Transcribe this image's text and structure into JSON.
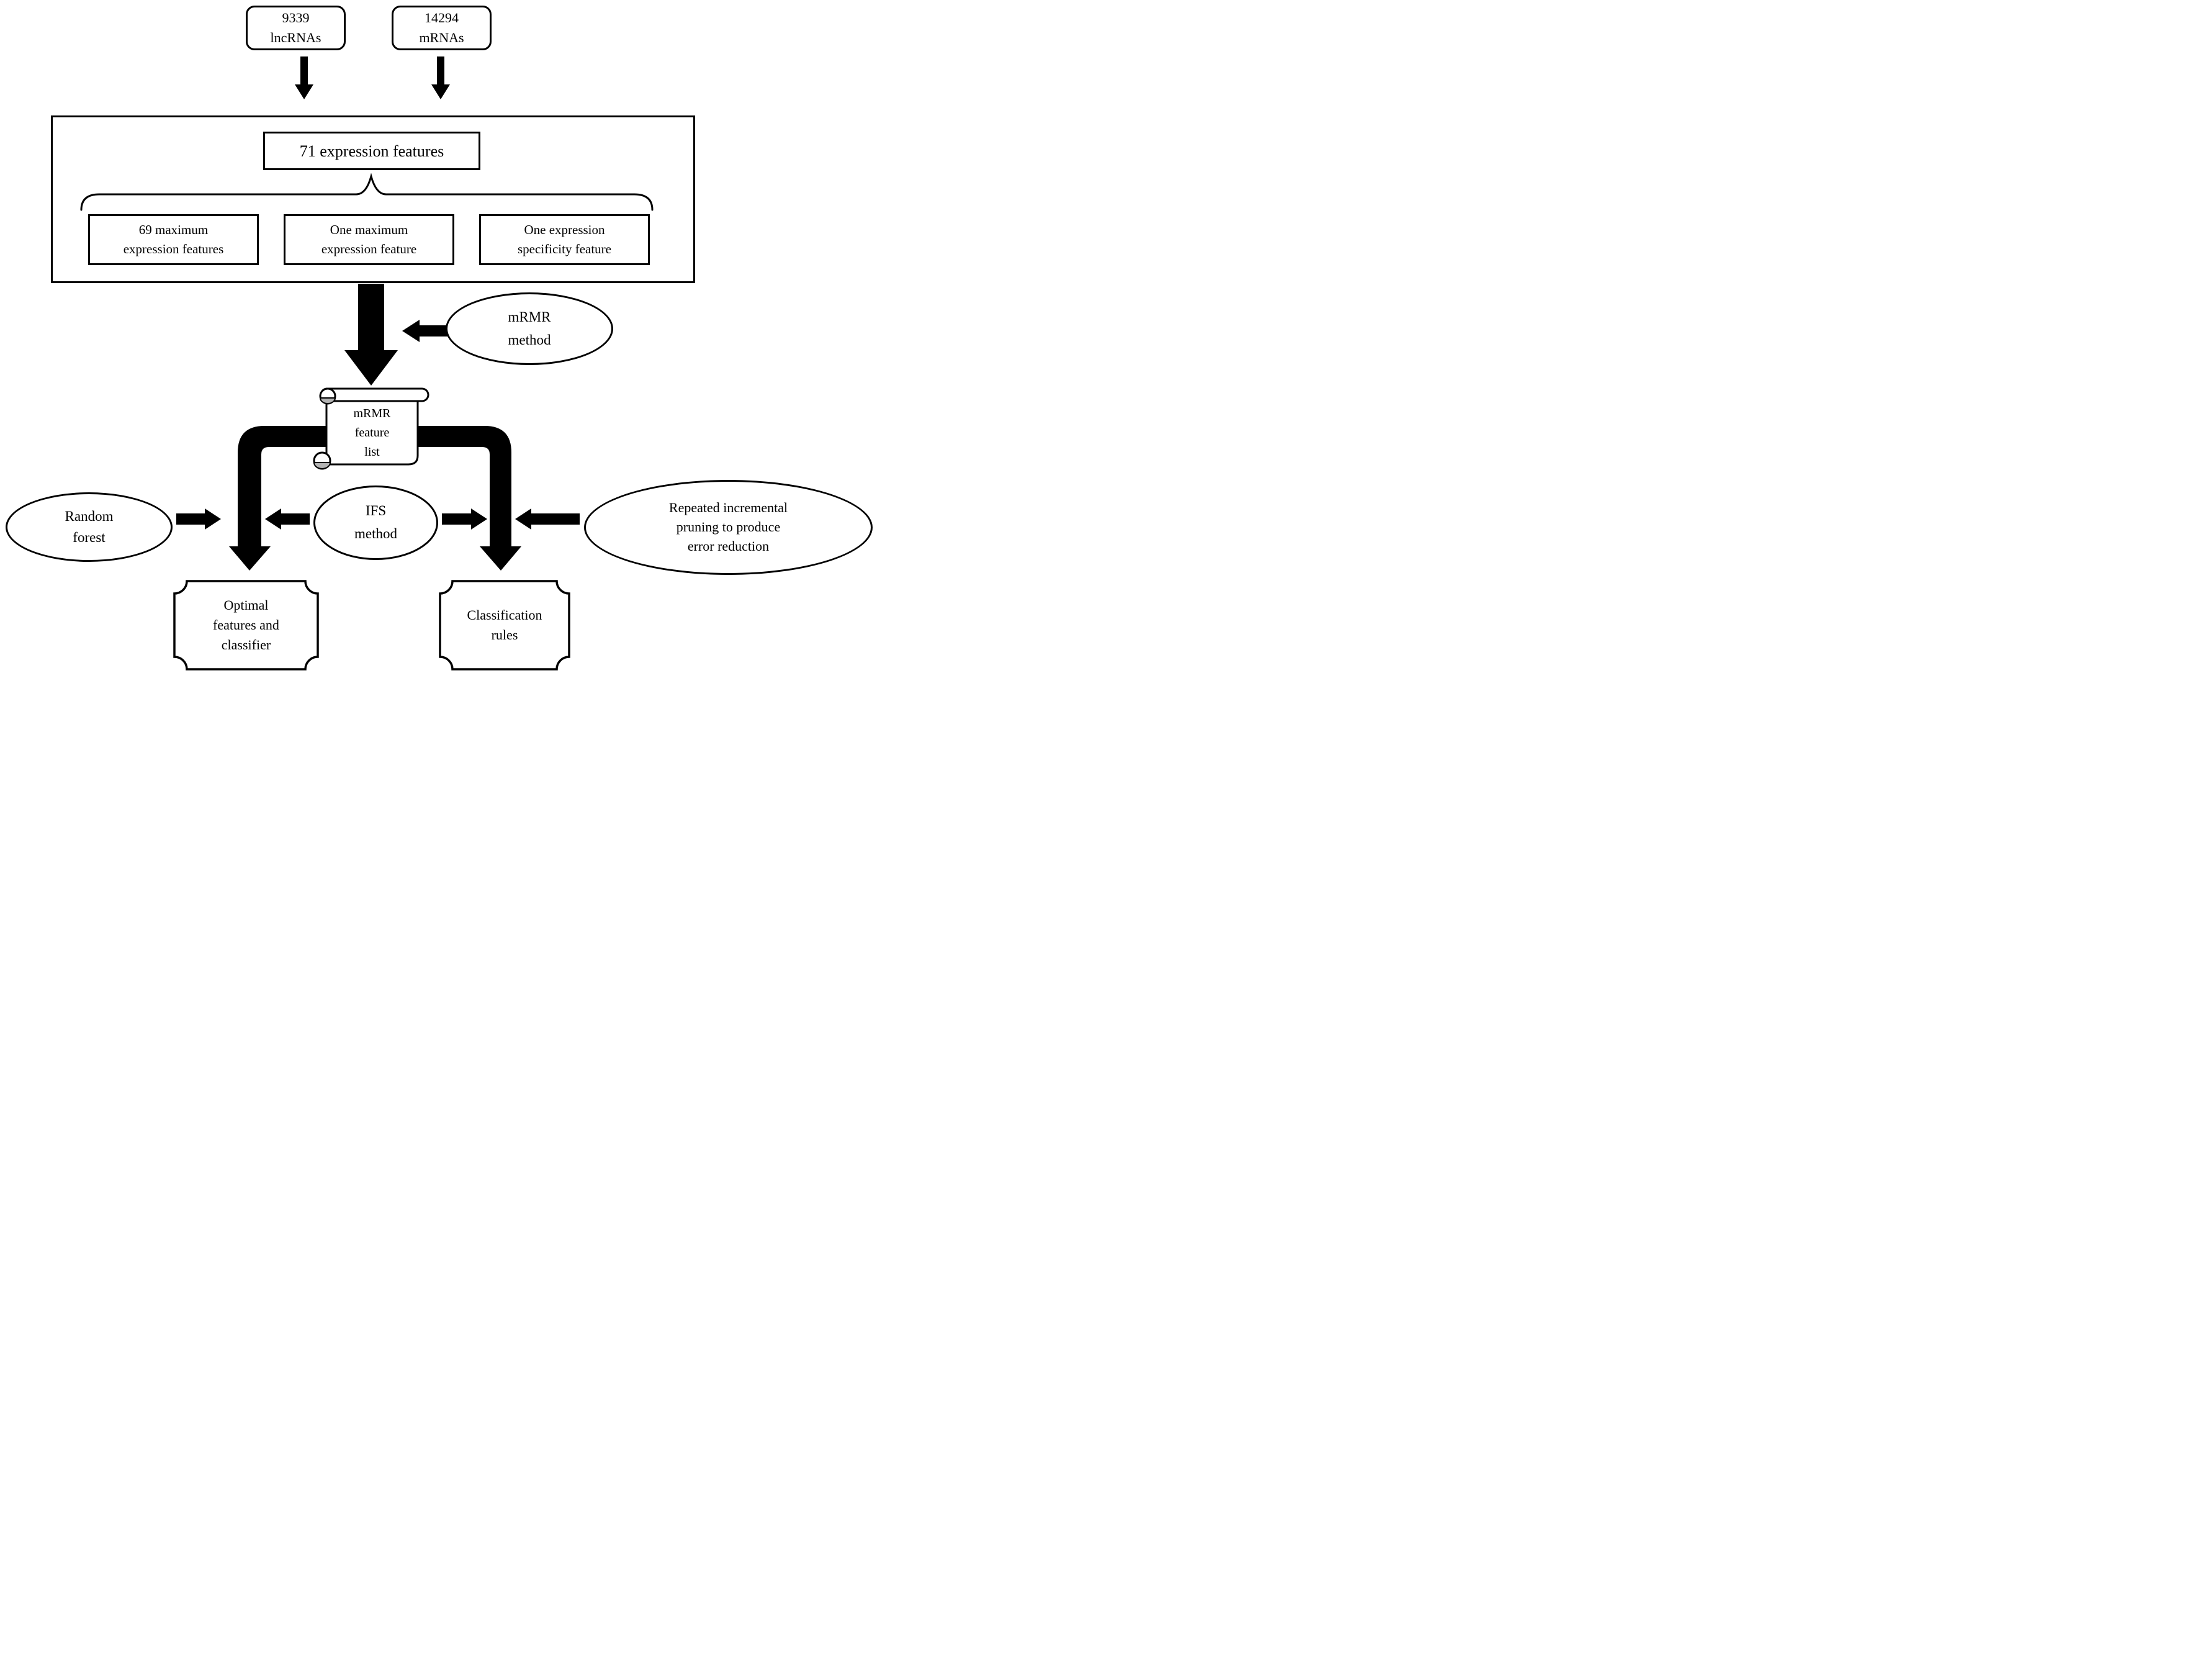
{
  "figure": {
    "type": "flowchart",
    "colors": {
      "ink": "#000000",
      "paper": "#ffffff",
      "scroll_shade": "#b3b3b3"
    }
  },
  "nodes": {
    "lncrnas": "9339\nlncRNAs",
    "mrnas": "14294\nmRNAs",
    "expression_features": "71 expression features",
    "max_expression_features": "69 maximum\nexpression features",
    "one_max_expression_feature": "One maximum\nexpression feature",
    "one_expression_specificity_feature": "One expression\nspecificity feature",
    "mrmr_method": "mRMR\nmethod",
    "mrmr_feature_list": "mRMR\nfeature\nlist",
    "random_forest": "Random\nforest",
    "ifs_method": "IFS\nmethod",
    "ripper": "Repeated incremental\npruning to produce\nerror reduction",
    "optimal_features_classifier": "Optimal\nfeatures and\nclassifier",
    "classification_rules": "Classification\nrules"
  }
}
